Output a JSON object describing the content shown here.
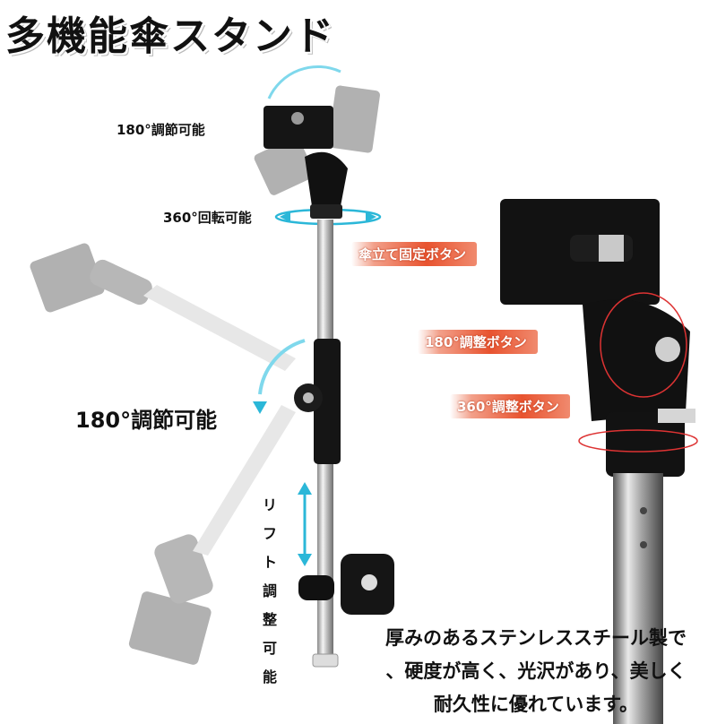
{
  "title": "多機能傘スタンド",
  "labels": {
    "top_tilt": "180°調節可能",
    "rotate": "360°回転可能",
    "mid_tilt": "180°調節可能",
    "lift": [
      "リ",
      "フ",
      "ト",
      "調",
      "整",
      "可",
      "能"
    ]
  },
  "badges": {
    "fix_button": "傘立て固定ボタン",
    "adjust_180": "180°調整ボタン",
    "adjust_360": "360°調整ボタン"
  },
  "caption": [
    "厚みのあるステンレススチール製で",
    "、硬度が高く、光沢があり、美しく",
    "耐久性に優れています。"
  ],
  "colors": {
    "accent": "#2bb7d8",
    "badge": "#e8532f",
    "metal": "#c8c8c8"
  }
}
